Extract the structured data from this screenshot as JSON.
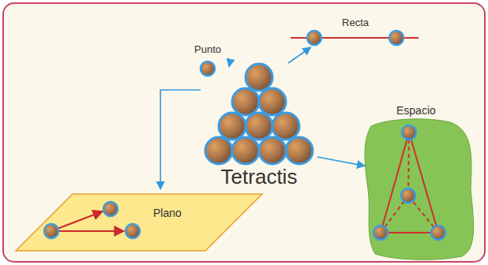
{
  "diagram": {
    "nodes": [
      {
        "text": [
          "Punto"
        ]
      },
      {
        "text": [
          "Recta"
        ]
      },
      {
        "text": [
          "Tetractis"
        ]
      },
      {
        "text": [
          "Plano"
        ]
      },
      {
        "text": [
          "Espacio"
        ]
      }
    ],
    "edges": [
      {
        "from": 2,
        "to": 0,
        "arrow": "to"
      },
      {
        "from": 2,
        "to": 1,
        "arrow": "to"
      },
      {
        "from": 2,
        "to": 3,
        "arrow": "to"
      },
      {
        "from": 2,
        "to": 4,
        "arrow": "to"
      }
    ]
  }
}
